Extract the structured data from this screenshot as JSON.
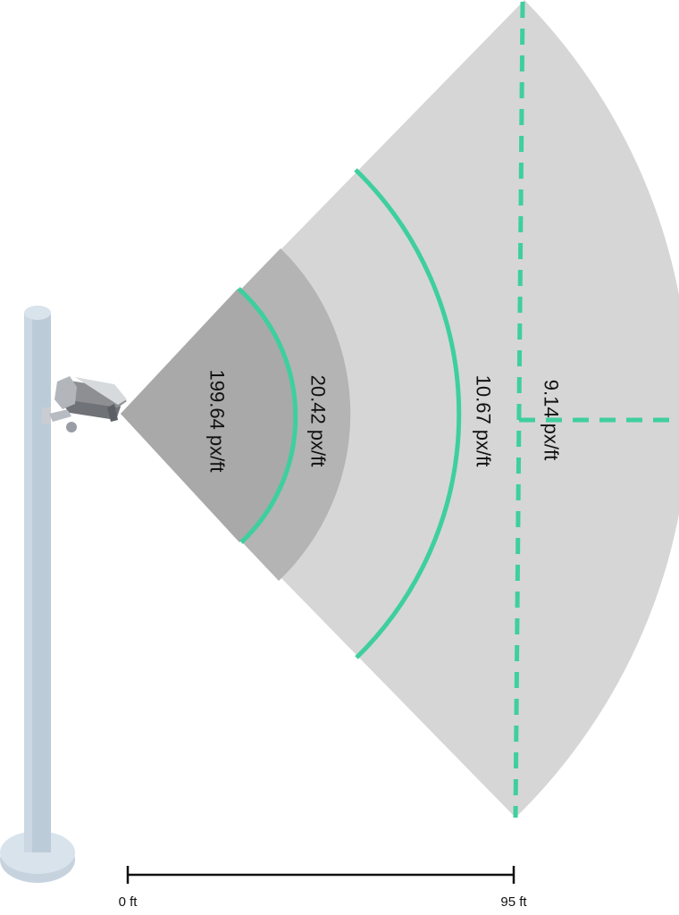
{
  "colors": {
    "background": "#ffffff",
    "fov_outer": "#d6d6d6",
    "fov_mid": "#b4b4b4",
    "fov_inner": "#a9a9a9",
    "accent": "#3ecf9e",
    "pole": "#bccbd8",
    "pole_light": "#d9e3ec",
    "camera": "#8d8f93",
    "text": "#111111"
  },
  "icons": {
    "camera": "security-camera-icon",
    "pole": "pole-icon"
  },
  "zones": [
    {
      "label": "199.64 px/ft"
    },
    {
      "label": "20.42 px/ft"
    },
    {
      "label": "10.67 px/ft"
    },
    {
      "label": "9.14 px/ft"
    }
  ],
  "scale_bar": {
    "start_label": "0 ft",
    "end_label": "95 ft",
    "distance_ft": 95
  }
}
